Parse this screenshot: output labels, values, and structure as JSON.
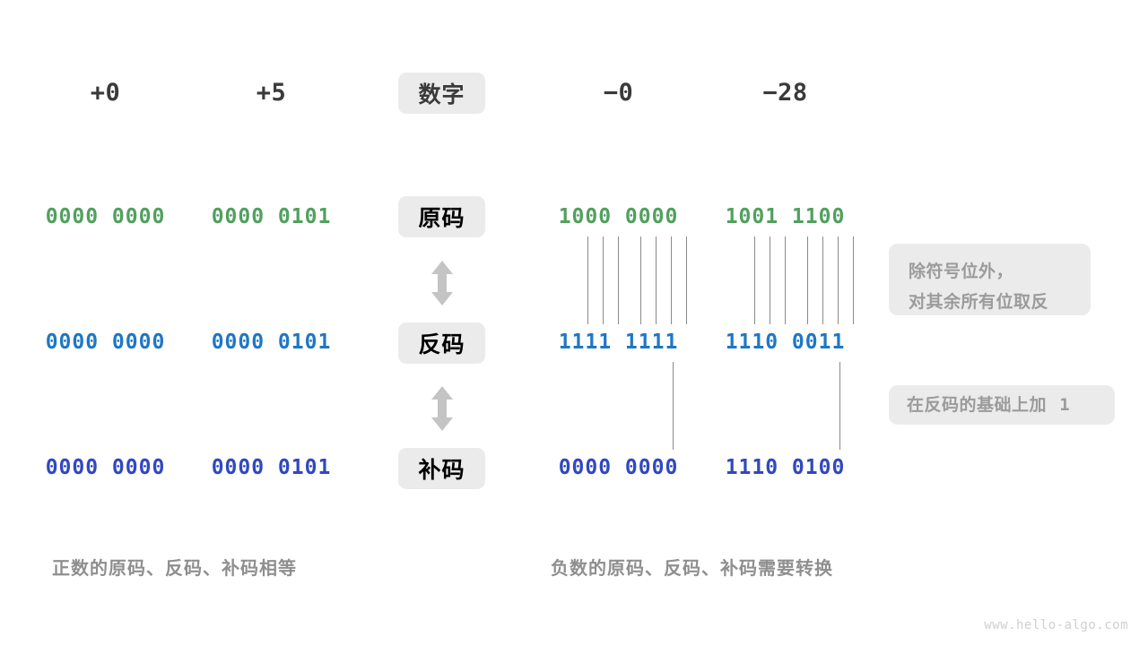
{
  "meta": {
    "watermark": "www.hello-algo.com",
    "bg_color": "#ffffff",
    "badge_bg": "#ebebeb",
    "line_color": "#8a8a8a"
  },
  "colors": {
    "original_code": "#51a05e",
    "ones_complement": "#1f77c4",
    "twos_complement": "#3048c0",
    "header_text": "#3a3a3a",
    "note_text": "#9b9b9b",
    "caption_text": "#8f8f8f",
    "arrow": "#c4c4c4"
  },
  "header": {
    "row_label": "数字",
    "columns": [
      {
        "name": "plus-zero",
        "value": "+0"
      },
      {
        "name": "plus-five",
        "value": "+5"
      },
      {
        "name": "minus-zero",
        "value": "−0"
      },
      {
        "name": "minus-twentyeight",
        "value": "−28"
      }
    ]
  },
  "rows": [
    {
      "key": "original",
      "label": "原码",
      "style": "row-orig",
      "label_style": "lbl-orig",
      "cells": [
        "0000 0000",
        "0000 0101",
        "1000 0000",
        "1001 1100"
      ]
    },
    {
      "key": "ones",
      "label": "反码",
      "style": "row-ones",
      "label_style": "lbl-ones",
      "cells": [
        "0000 0000",
        "0000 0101",
        "1111 1111",
        "1110 0011"
      ]
    },
    {
      "key": "twos",
      "label": "补码",
      "style": "row-twos",
      "label_style": "lbl-twos",
      "cells": [
        "0000 0000",
        "0000 0101",
        "0000 0000",
        "1110 0100"
      ]
    }
  ],
  "notes": {
    "invert": {
      "line1": "除符号位外，",
      "line2": "对其余所有位取反"
    },
    "add_one": {
      "prefix": "在反码的基础上加",
      "value": "1"
    }
  },
  "captions": {
    "positive": "正数的原码、反码、补码相等",
    "negative": "负数的原码、反码、补码需要转换"
  },
  "arrows": {
    "orig_to_ones": "double-headed-vertical-arrow",
    "ones_to_twos": "double-headed-vertical-arrow"
  }
}
